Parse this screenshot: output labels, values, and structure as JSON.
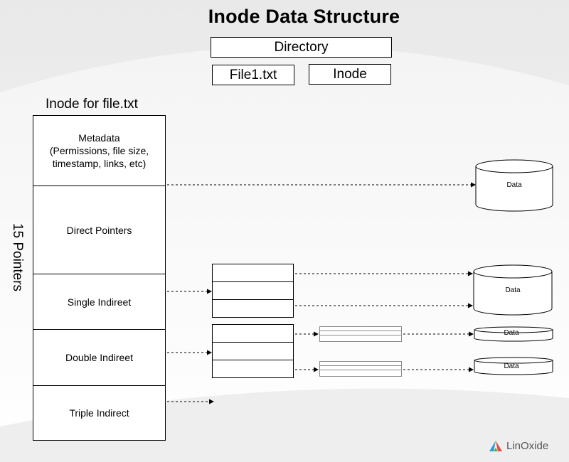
{
  "title": "Inode Data Structure",
  "header": {
    "directory": "Directory",
    "file": "File1.txt",
    "inode": "Inode"
  },
  "inode_label": "Inode for file.txt",
  "side_label": "15 Pointers",
  "cells": {
    "metadata": "Metadata\n(Permissions, file size,\ntimestamp, links, etc)",
    "direct": "Direct Pointers",
    "single": "Single Indireet",
    "double": "Double Indireet",
    "triple": "Triple Indirect"
  },
  "data_blocks": {
    "direct_data": "Data",
    "single_data": "Data",
    "double_data_1": "Data",
    "double_data_2": "Data"
  },
  "logo": {
    "text": "LinOxide",
    "colors": [
      "#2e9bd6",
      "#e94b3c",
      "#4caf50"
    ]
  }
}
